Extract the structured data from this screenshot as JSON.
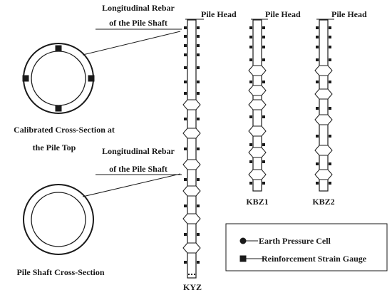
{
  "labels": {
    "longitudinal_rebar_top": [
      "Longitudinal Rebar",
      "of the Pile Shaft"
    ],
    "longitudinal_rebar_bottom": [
      "Longitudinal Rebar",
      "of the Pile Shaft"
    ],
    "calibrated_section": [
      "Calibrated Cross-Section at",
      "the Pile Top"
    ],
    "shaft_section": "Pile Shaft Cross-Section"
  },
  "piles": [
    {
      "id": "kyz",
      "name": "KYZ",
      "head_label": "Pile Head"
    },
    {
      "id": "kbz1",
      "name": "KBZ1",
      "head_label": "Pile Head"
    },
    {
      "id": "kbz2",
      "name": "KBZ2",
      "head_label": "Pile Head"
    }
  ],
  "legend": {
    "items": [
      {
        "symbol": "circle",
        "label": "Earth Pressure Cell"
      },
      {
        "symbol": "square",
        "label": "Reinforcement Strain Gauge"
      }
    ]
  }
}
